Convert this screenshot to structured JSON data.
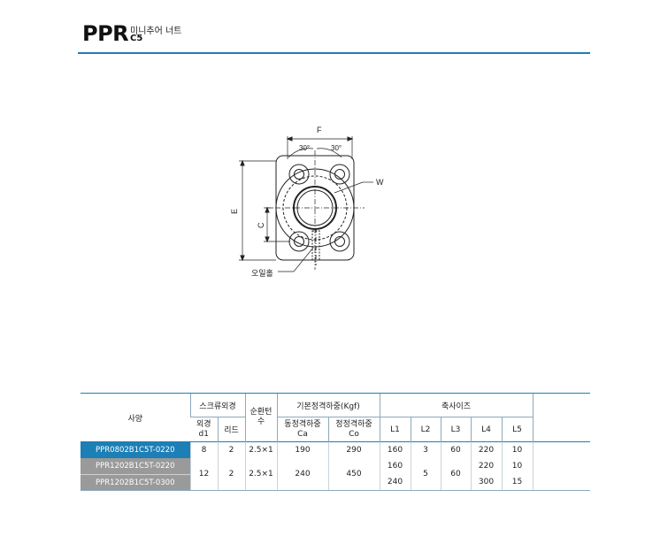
{
  "header": {
    "title": "PPR",
    "subtitle_ko": "미니추어 너트",
    "subtitle_code": "C5"
  },
  "drawing": {
    "label_F": "F",
    "label_30_left": "30°",
    "label_30_right": "30°",
    "label_W": "W",
    "label_E": "E",
    "label_C": "C",
    "label_oil": "오일홀"
  },
  "table": {
    "head_spec": "사양",
    "head_screw": "스크류외경",
    "head_turns": "순환턴 수",
    "head_turns_a": "순환턴",
    "head_turns_b": "수",
    "head_load": "기본정격하중(Kgf)",
    "head_shaft": "축사이즈",
    "sub_od": "외경",
    "sub_od2": "d1",
    "sub_lead": "리드",
    "sub_ca_a": "동정격하중",
    "sub_ca_b": "Ca",
    "sub_co_a": "정정격하중",
    "sub_co_b": "Co",
    "sub_l1": "L1",
    "sub_l2": "L2",
    "sub_l3": "L3",
    "sub_l4": "L4",
    "sub_l5": "L5",
    "rows": [
      {
        "model": "PPR0802B1C5T-0220",
        "od": "8",
        "lead": "2",
        "turns": "2.5×1",
        "ca": "190",
        "co": "290",
        "l1": "160",
        "l2": "3",
        "l3": "60",
        "l4": "220",
        "l5": "10"
      }
    ],
    "group": {
      "model_a": "PPR1202B1C5T-0220",
      "model_b": "PPR1202B1C5T-0300",
      "od": "12",
      "lead": "2",
      "turns": "2.5×1",
      "ca": "240",
      "co": "450",
      "l1_a": "160",
      "l1_b": "240",
      "l2": "5",
      "l3": "60",
      "l4_a": "220",
      "l4_b": "300",
      "l5_a": "10",
      "l5_b": "15"
    }
  }
}
